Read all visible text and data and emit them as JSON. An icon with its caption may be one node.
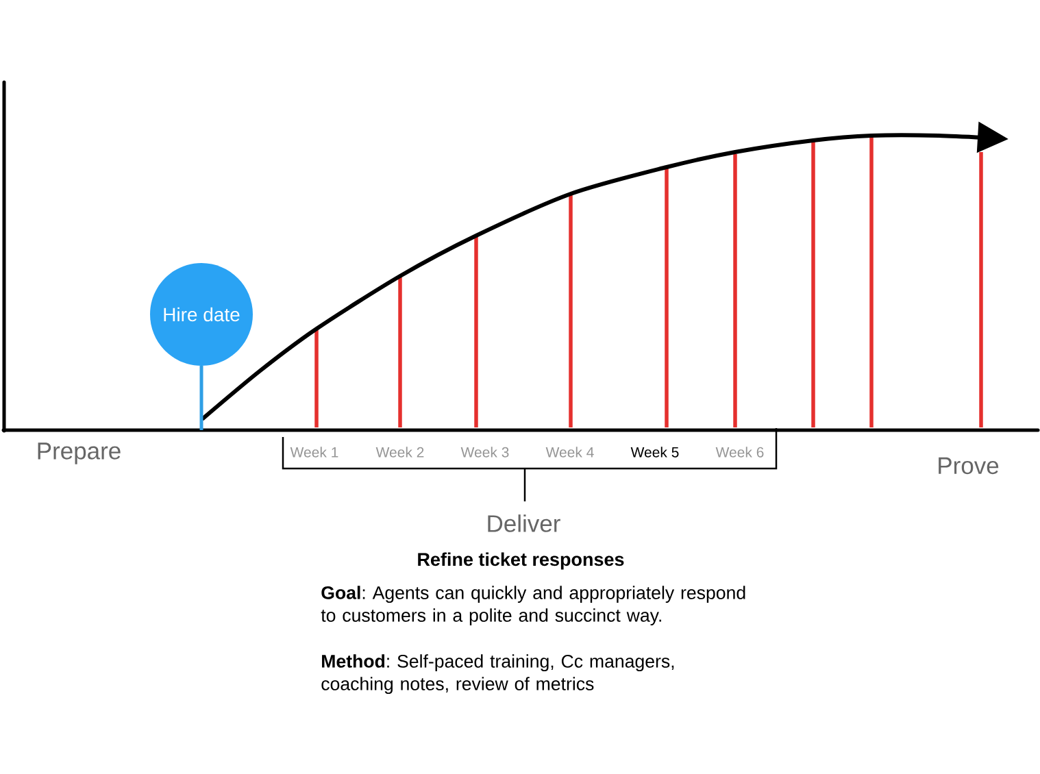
{
  "diagram": {
    "nodes": [
      {
        "text": [
          "Hire date"
        ]
      }
    ],
    "labels": [
      "Prepare",
      "Week 1",
      "Week 2",
      "Week 3",
      "Week 4",
      "Week 5",
      "Week 6",
      "Prove",
      "Deliver",
      "Refine ticket responses",
      "**Goal**: Agents can quickly and appropriately respond to customers in a polite and succinct way.",
      "**Method**: Self-paced training, Cc managers, coaching notes, review of metrics"
    ]
  }
}
